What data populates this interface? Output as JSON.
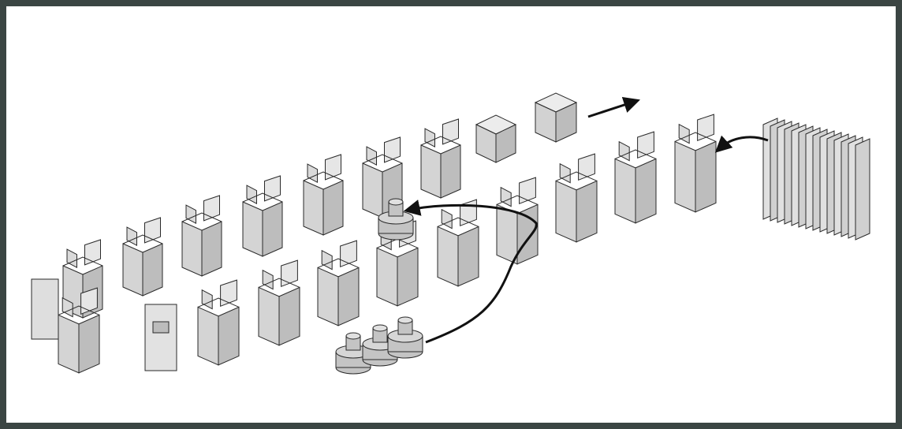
{
  "colors": {
    "border": "#3b4543",
    "background": "#ffffff",
    "carton_light": "#e4e4e4",
    "carton_mid": "#cfcfcf",
    "carton_dark": "#b4b4b4",
    "bottle": "#bdbdbd",
    "outline": "#2a2a2a",
    "arrow": "#111111"
  },
  "components": [
    "flat-carton-blank-stack",
    "carton-forming-station",
    "bottom-sealing-station",
    "bottle-inserting-station",
    "top-closing-station",
    "sealed-carton",
    "flow-arrow",
    "bottle-supply"
  ]
}
